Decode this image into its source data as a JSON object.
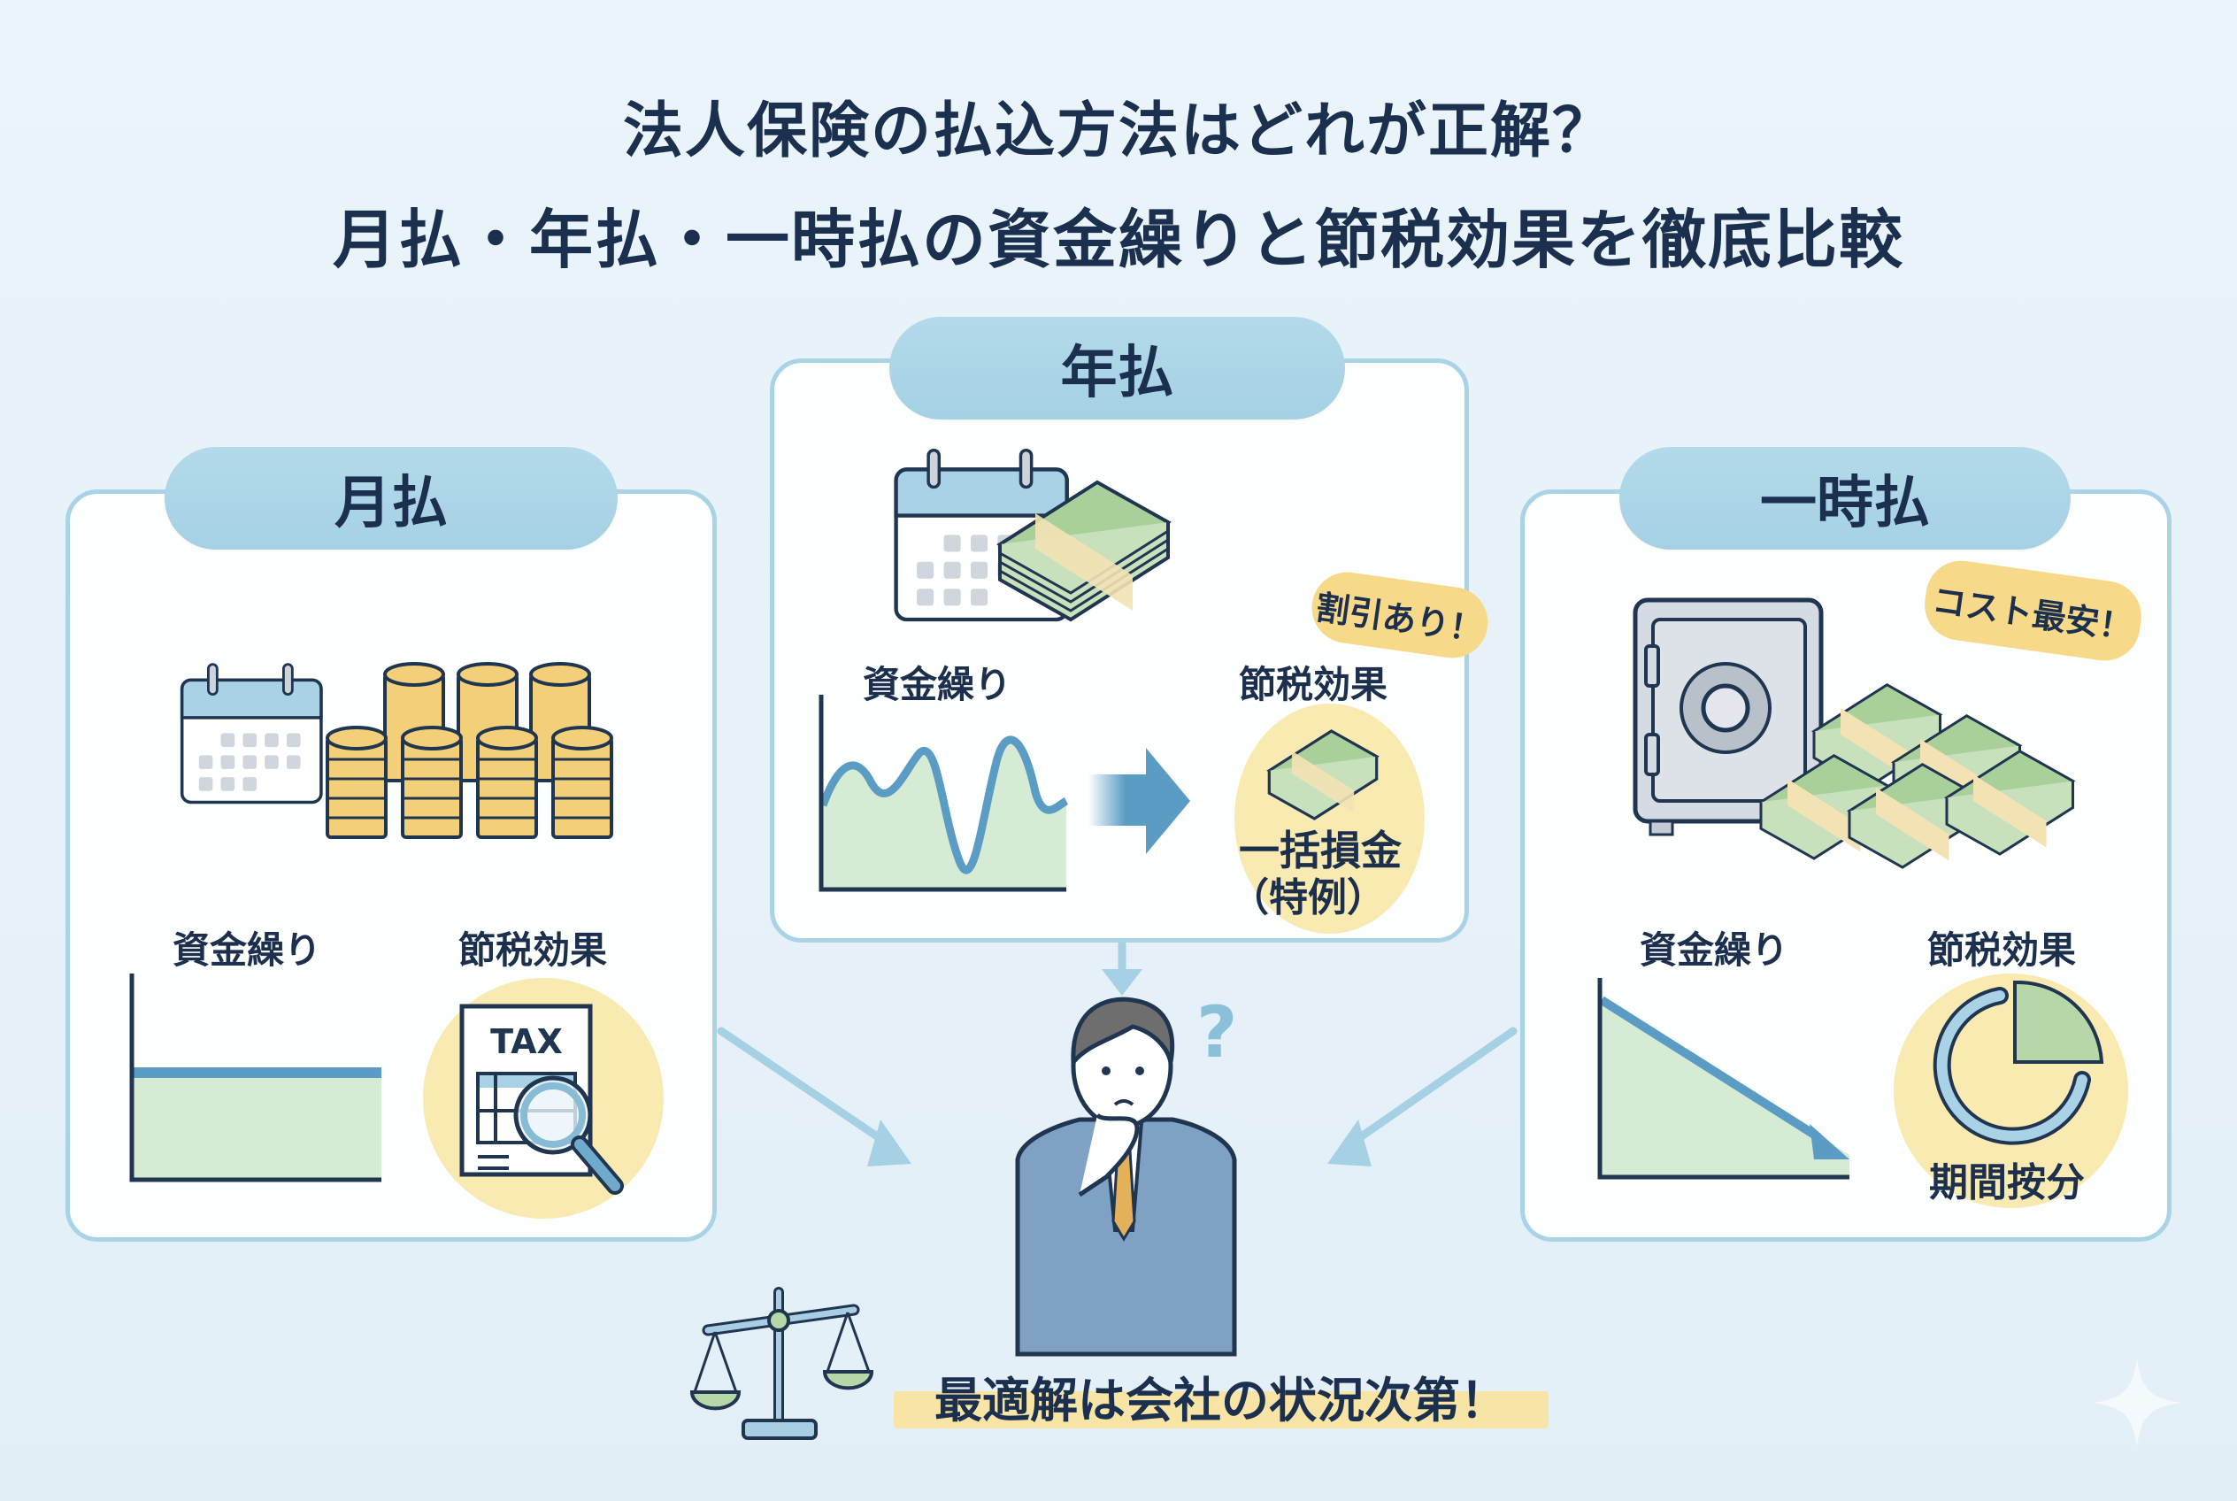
{
  "title": {
    "line1": "法人保険の払込方法はどれが正解？",
    "line2": "月払・年払・一時払の資金繰りと節税効果を徹底比較"
  },
  "panels": [
    {
      "id": "monthly",
      "heading": "月払",
      "icons": [
        "calendar-icon",
        "coin-stacks-icon"
      ],
      "cashflow_label": "資金繰り",
      "tax_label": "節税効果",
      "cashflow_chart": "flat",
      "tax_icon": "tax-document-magnifier-icon",
      "tax_doc_text": "TAX"
    },
    {
      "id": "annual",
      "heading": "年払",
      "icons": [
        "calendar-icon",
        "cash-bundle-icon"
      ],
      "bubble": "割引あり！",
      "cashflow_label": "資金繰り",
      "tax_label": "節税効果",
      "cashflow_chart": "fluctuating",
      "tax_icon": "cash-bundle-icon",
      "tax_caption_line1": "一括損金",
      "tax_caption_line2": "（特例）"
    },
    {
      "id": "lump-sum",
      "heading": "一時払",
      "icons": [
        "safe-icon",
        "cash-pile-icon"
      ],
      "bubble": "コスト最安！",
      "cashflow_label": "資金繰り",
      "tax_label": "節税効果",
      "cashflow_chart": "declining",
      "tax_icon": "pie-quarter-icon",
      "tax_caption": "期間按分"
    }
  ],
  "center": {
    "figure": "thinking-businessman-icon",
    "question_mark": "?",
    "scale_icon": "balance-scale-icon",
    "conclusion": "最適解は会社の状況次第！"
  },
  "colors": {
    "background": "#e8f3f9",
    "panel_border": "#a9d3e6",
    "pill": "#abd4e6",
    "text": "#1b2f4f",
    "chart_fill": "#d6ebd4",
    "chart_line": "#5b9cc4",
    "highlight_yellow": "#f9eab2",
    "bubble_yellow": "#f7d98a",
    "coin": "#f2cf78",
    "cash_green": "#a9cf9a"
  }
}
